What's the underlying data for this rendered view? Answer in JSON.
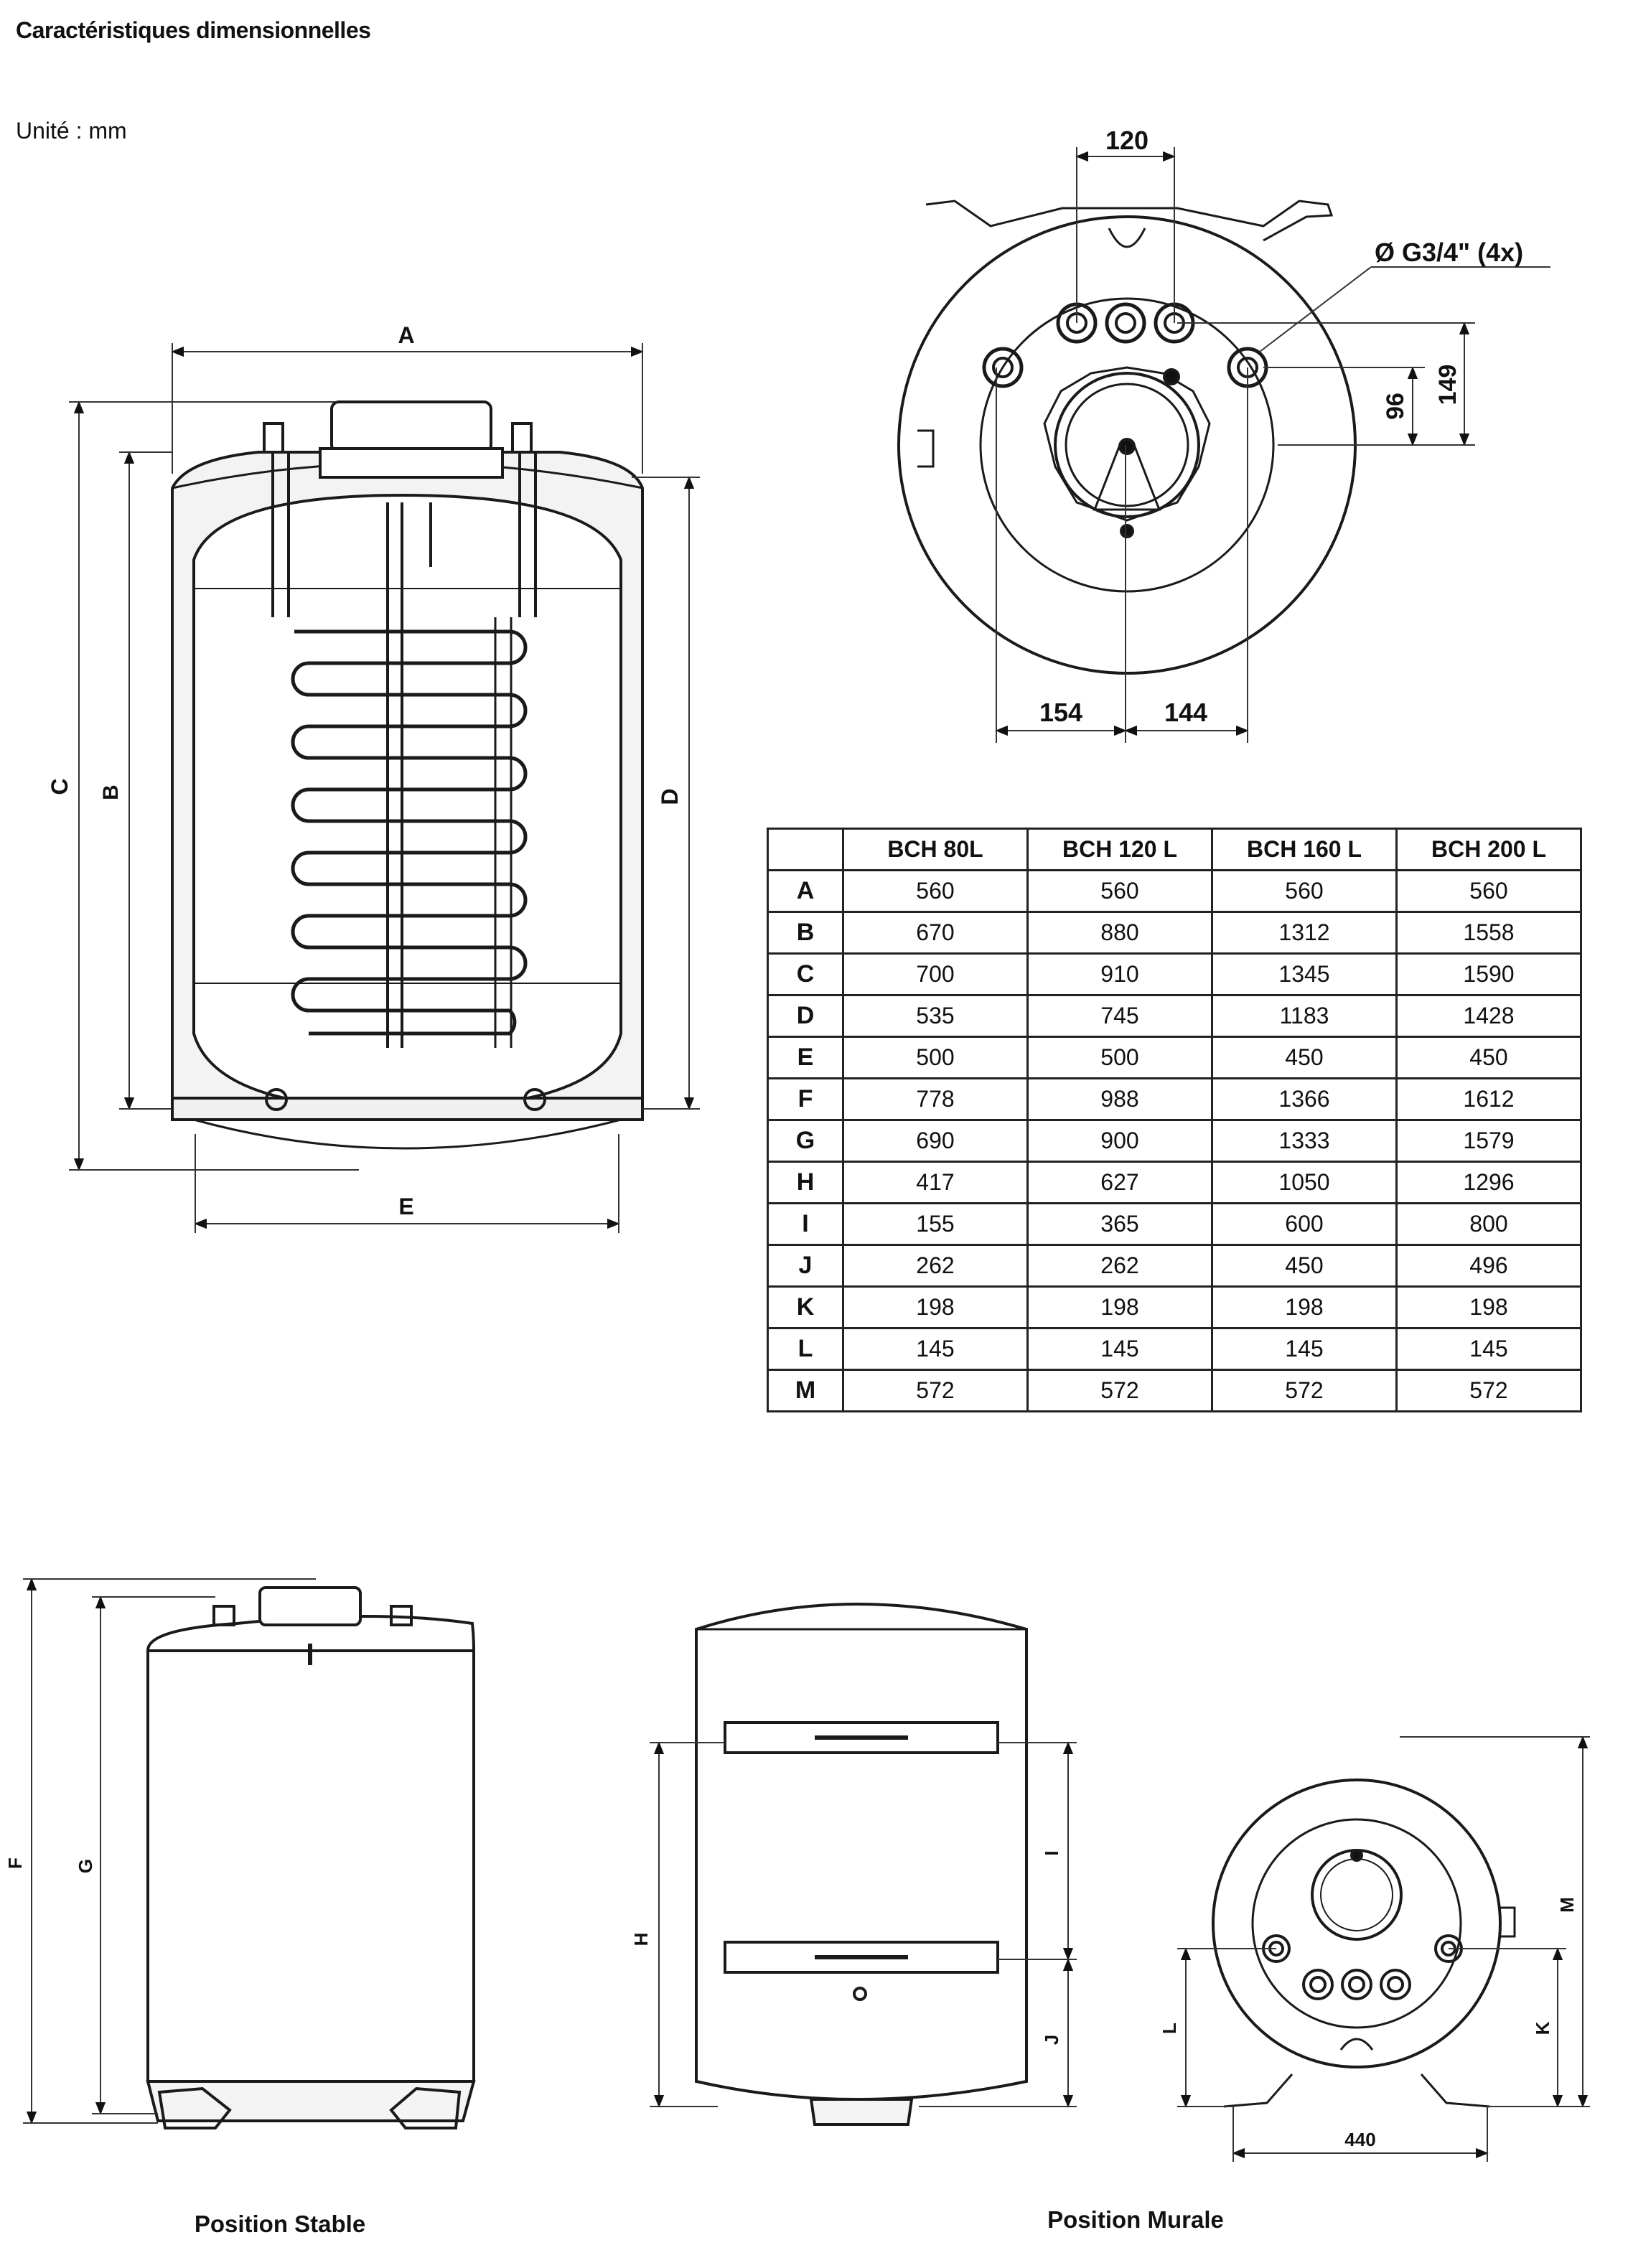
{
  "header": {
    "title": "Caractéristiques dimensionnelles",
    "unit": "Unité : mm"
  },
  "front_view": {
    "dim_A": "A",
    "dim_B": "B",
    "dim_C": "C",
    "dim_D": "D",
    "dim_E": "E"
  },
  "top_view": {
    "dim_top": "120",
    "dim_right_outer": "149",
    "dim_right_inner": "96",
    "dim_bottom_left": "154",
    "dim_bottom_right": "144",
    "connections": "Ø G3/4\" (4x)"
  },
  "table": {
    "columns": [
      "BCH 80L",
      "BCH 120 L",
      "BCH 160 L",
      "BCH 200 L"
    ],
    "rows": [
      {
        "label": "A",
        "values": [
          "560",
          "560",
          "560",
          "560"
        ]
      },
      {
        "label": "B",
        "values": [
          "670",
          "880",
          "1312",
          "1558"
        ]
      },
      {
        "label": "C",
        "values": [
          "700",
          "910",
          "1345",
          "1590"
        ]
      },
      {
        "label": "D",
        "values": [
          "535",
          "745",
          "1183",
          "1428"
        ]
      },
      {
        "label": "E",
        "values": [
          "500",
          "500",
          "450",
          "450"
        ]
      },
      {
        "label": "F",
        "values": [
          "778",
          "988",
          "1366",
          "1612"
        ]
      },
      {
        "label": "G",
        "values": [
          "690",
          "900",
          "1333",
          "1579"
        ]
      },
      {
        "label": "H",
        "values": [
          "417",
          "627",
          "1050",
          "1296"
        ]
      },
      {
        "label": "I",
        "values": [
          "155",
          "365",
          "600",
          "800"
        ]
      },
      {
        "label": "J",
        "values": [
          "262",
          "262",
          "450",
          "496"
        ]
      },
      {
        "label": "K",
        "values": [
          "198",
          "198",
          "198",
          "198"
        ]
      },
      {
        "label": "L",
        "values": [
          "145",
          "145",
          "145",
          "145"
        ]
      },
      {
        "label": "M",
        "values": [
          "572",
          "572",
          "572",
          "572"
        ]
      }
    ]
  },
  "stable_view": {
    "dim_F": "F",
    "dim_G": "G",
    "caption": "Position Stable"
  },
  "wall_view": {
    "dim_H": "H",
    "dim_I": "I",
    "dim_J": "J",
    "caption": "Position Murale"
  },
  "wall_bottom_view": {
    "dim_K": "K",
    "dim_L": "L",
    "dim_M": "M",
    "width": "440"
  },
  "colors": {
    "line": "#1a1a1a",
    "fill_tank": "#ffffff",
    "fill_shade": "#e6e6e6"
  }
}
